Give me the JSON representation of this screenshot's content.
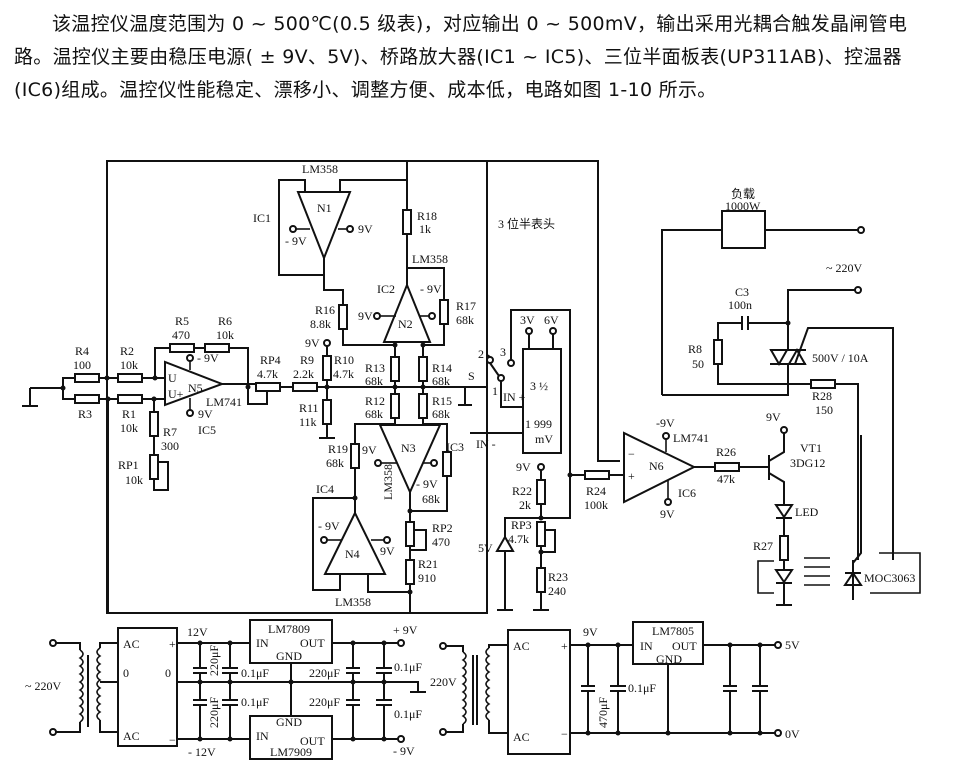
{
  "description": {
    "text": "该温控仪温度范围为 0 ~ 500℃(0.5 级表)，对应输出 0 ~ 500mV，输出采用光耦合触发晶闸管电路。温控仪主要由稳压电源( ± 9V、5V)、桥路放大器(IC1 ~ IC5)、三位半面板表(UP311AB)、控温器(IC6)组成。温控仪性能稳定、漂移小、调整方便、成本低，电路如图 1-10 所示。"
  },
  "labels": {
    "ic1": "IC1",
    "n1": "N1",
    "lm358_top": "LM358",
    "n1_neg": "- 9V",
    "n1_pos": "9V",
    "r18": "R18",
    "r18_val": "1k",
    "lm358_ic2": "LM358",
    "ic2": "IC2",
    "n2": "N2",
    "n2_neg": "- 9V",
    "n2_pos": "9V",
    "r16": "R16",
    "r16_val": "8.8k",
    "r17": "R17",
    "r17_val": "68k",
    "r4": "R4",
    "r4_val": "100",
    "r2": "R2",
    "r2_val": "10k",
    "r3": "R3",
    "r1": "R1",
    "r1_val": "10k",
    "r5": "R5",
    "r5_val": "470",
    "r6": "R6",
    "r6_val": "10k",
    "n5": "N5",
    "n5_neg": "- 9V",
    "n5_pos": "9V",
    "lm741_ic5": "LM741",
    "ic5": "IC5",
    "r7": "R7",
    "r7_val": "300",
    "rp1": "RP1",
    "rp1_val": "10k",
    "rp4": "RP4",
    "rp4_val": "4.7k",
    "r9": "R9",
    "r9_val": "2.2k",
    "r10": "R10",
    "r10_val": "4.7k",
    "r10_sup": "9V",
    "r11": "R11",
    "r11_val": "11k",
    "r13": "R13",
    "r13_val": "68k",
    "r12": "R12",
    "r12_val": "68k",
    "r14": "R14",
    "r14_val": "68k",
    "r15": "R15",
    "r15_val": "68k",
    "s": "S",
    "r19": "R19",
    "r19_val": "68k",
    "n3": "N3",
    "n3_pos": "9V",
    "n3_neg": "- 9V",
    "ic3": "IC3",
    "ic3_r": "68k",
    "lm358_n3": "LM358",
    "ic4": "IC4",
    "n4": "N4",
    "n4_neg": "- 9V",
    "n4_pos": "9V",
    "lm358_bottom": "LM358",
    "rp2": "RP2",
    "rp2_val": "470",
    "r21": "R21",
    "r21_val": "910",
    "meter_title": "3 位半表头",
    "meter_3v": "3V",
    "meter_6v": "6V",
    "sw_2": "2",
    "sw_3": "3",
    "sw_1": "1",
    "meter_in_plus": "IN +",
    "meter_digits": "3 ½",
    "meter_range": "1 999",
    "meter_unit": "mV",
    "meter_in_minus": "IN -",
    "r22": "R22",
    "r22_val": "2k",
    "r22_sup": "9V",
    "rp3": "RP3",
    "rp3_val": "4.7k",
    "zener": "5V",
    "r23": "R23",
    "r23_val": "240",
    "r24": "R24",
    "r24_val": "100k",
    "n6": "N6",
    "n6_neg": "-9V",
    "lm741_ic6": "LM741",
    "ic6": "IC6",
    "n6_pos": "9V",
    "r26": "R26",
    "r26_val": "47k",
    "vt1": "VT1",
    "vt1_type": "3DG12",
    "vt1_sup": "9V",
    "led": "LED",
    "r27": "R27",
    "moc": "MOC3063",
    "load": "负载",
    "load_val": "1000W",
    "ac_main": "~ 220V",
    "c3": "C3",
    "c3_val": "100n",
    "r8": "R8",
    "r8_val": "50",
    "triac": "500V / 10A",
    "r28": "R28",
    "r28_val": "150",
    "psu1_in": "~ 220V",
    "ac1": "AC",
    "zero_l": "0",
    "zero_r": "0",
    "ac2": "AC",
    "plus12": "12V",
    "minus12": "- 12V",
    "c_220_a": "220μF",
    "c_220_b": "220μF",
    "c_01_a": "0.1μF",
    "c_01_b": "0.1μF",
    "lm7809": "LM7809",
    "in_a": "IN",
    "out_a": "OUT",
    "gnd_a": "GND",
    "lm7909": "LM7909",
    "in_b": "IN",
    "out_b": "OUT",
    "gnd_b": "GND",
    "c_220_c": "220μF",
    "c_220_d": "220μF",
    "c_01_c": "0.1μF",
    "c_01_d": "0.1μF",
    "plus9": "+ 9V",
    "minus9": "- 9V",
    "psu2_in": "220V",
    "ac3": "AC",
    "ac4": "AC",
    "plus9b": "9V",
    "c_470": "470μF",
    "c_01_e": "0.1μF",
    "lm7805": "LM7805",
    "in_c": "IN",
    "out_c": "OUT",
    "gnd_c": "GND",
    "out5": "5V",
    "out0": "0V"
  }
}
